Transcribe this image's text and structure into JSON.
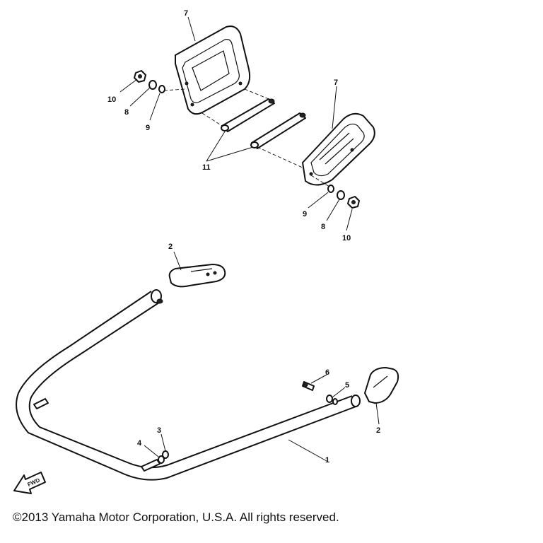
{
  "callouts": {
    "p7_upper": "7",
    "p7_lower": "7",
    "p10_left": "10",
    "p8_left": "8",
    "p9_left": "9",
    "p11": "11",
    "p9_right": "9",
    "p8_right": "8",
    "p10_right": "10",
    "p2_upper": "2",
    "p2_lower": "2",
    "p6": "6",
    "p5": "5",
    "p3": "3",
    "p4": "4",
    "p1": "1"
  },
  "fwd_label": "FWD",
  "copyright": "©2013 Yamaha Motor Corporation, U.S.A. All rights reserved."
}
